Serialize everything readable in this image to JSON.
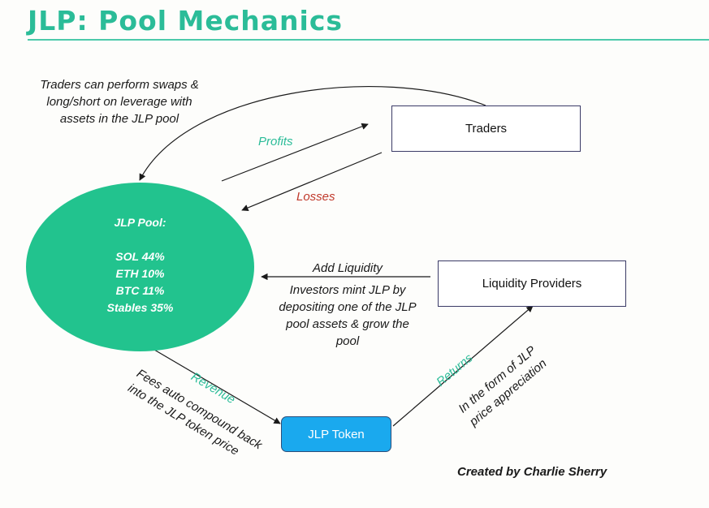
{
  "title": "JLP: Pool Mechanics",
  "traders_note": [
    "Traders can perform swaps &",
    "long/short on leverage with",
    "assets in the JLP pool"
  ],
  "boxes": {
    "traders": "Traders",
    "liquidity_providers": "Liquidity Providers",
    "jlp_token": "JLP Token"
  },
  "pool": {
    "heading": "JLP Pool:",
    "assets": [
      "SOL 44%",
      "ETH 10%",
      "BTC 11%",
      "Stables 35%"
    ]
  },
  "labels": {
    "profits": "Profits",
    "losses": "Losses",
    "add_liquidity": "Add Liquidity",
    "revenue": "Revenue",
    "returns": "Returns"
  },
  "notes": {
    "investors": [
      "Investors mint JLP by",
      "depositing one of the JLP",
      "pool assets & grow the",
      "pool"
    ],
    "fees": [
      "Fees auto compound back",
      "into the JLP token price"
    ],
    "appreciation": [
      "In the form of JLP",
      "price appreciation"
    ]
  },
  "credit": "Created by Charlie Sherry",
  "colors": {
    "title": "#2bbc98",
    "pool": "#22c38e",
    "profit_label": "#2bbc98",
    "loss_label": "#c0392b",
    "token": "#1aa9ee"
  }
}
